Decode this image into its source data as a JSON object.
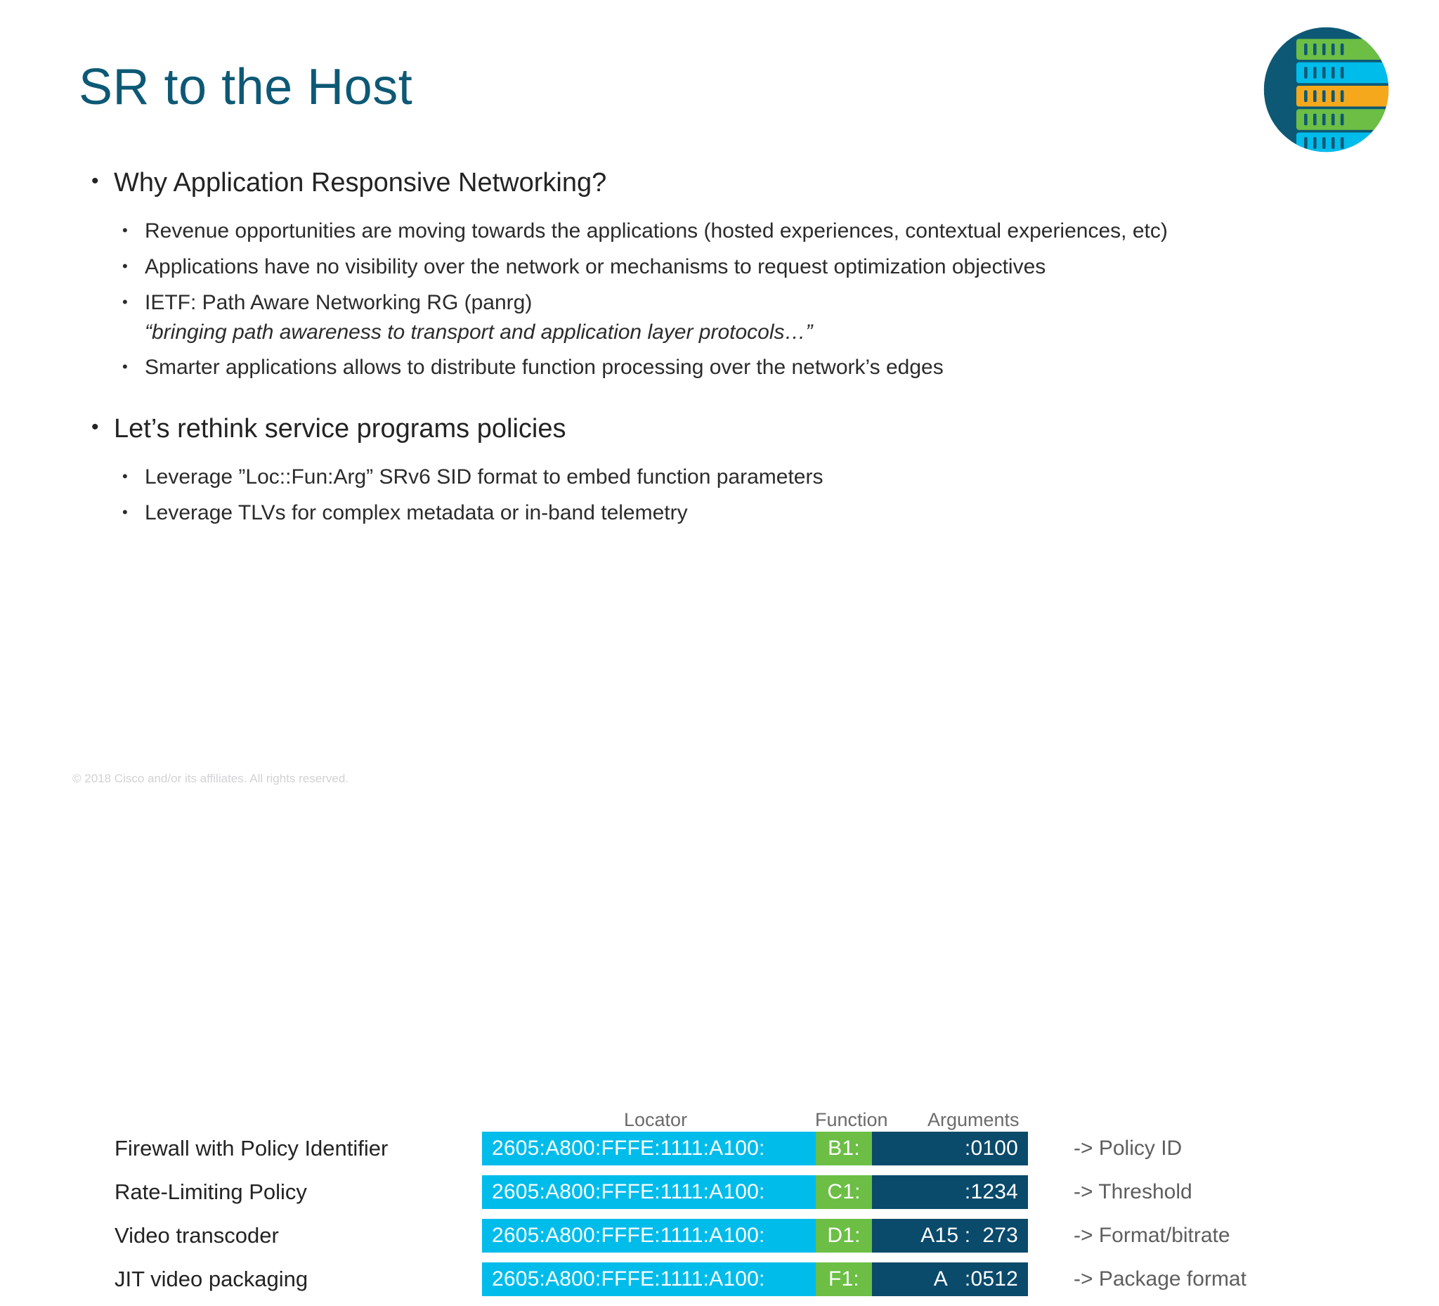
{
  "slide": {
    "title": "SR to the Host",
    "title_color": "#0d5975",
    "footer": "© 2018  Cisco and/or its affiliates. All rights reserved."
  },
  "logo": {
    "name": "cisco-server-circle-logo",
    "circle_color": "#0d5975",
    "bar_colors": [
      "#6cbe45",
      "#00bceb",
      "#f6a81c",
      "#6cbe45",
      "#00bceb"
    ]
  },
  "bullets": [
    {
      "level": 1,
      "text": "Why Application Responsive Networking?",
      "marker": "•"
    },
    {
      "level": 2,
      "text": "Revenue opportunities are moving towards the applications (hosted experiences, contextual experiences, etc)",
      "marker": "•"
    },
    {
      "level": 2,
      "text": "Applications have no visibility over the network or mechanisms to request optimization objectives",
      "marker": "•"
    },
    {
      "level": 2,
      "text": "IETF: Path Aware Networking RG (panrg)",
      "quote": "“bringing path awareness to transport and application layer protocols…”",
      "marker": "•"
    },
    {
      "level": 2,
      "text": "Smarter applications allows to distribute function processing over the network’s edges",
      "marker": "•"
    },
    {
      "level": 1,
      "text": "Let’s rethink service programs policies",
      "marker": "•"
    },
    {
      "level": 2,
      "text": "Leverage ”Loc::Fun:Arg” SRv6 SID format to embed function parameters",
      "marker": "•"
    },
    {
      "level": 2,
      "text": "Leverage TLVs for complex metadata or in-band telemetry",
      "marker": "•"
    }
  ],
  "sid_table": {
    "column_headers": {
      "locator": "Locator",
      "function": "Function",
      "arguments": "Arguments"
    },
    "colors": {
      "locator": "#00bceb",
      "function": "#6cbe45",
      "arguments": "#0a4a6b"
    },
    "rows": [
      {
        "label": "Firewall with Policy Identifier",
        "locator": "2605:A800:FFFE:1111:A100:",
        "function": "B1:",
        "arguments": ":0100",
        "note": "-> Policy ID"
      },
      {
        "label": "Rate-Limiting Policy",
        "locator": "2605:A800:FFFE:1111:A100:",
        "function": "C1:",
        "arguments": ":1234",
        "note": "-> Threshold"
      },
      {
        "label": "Video transcoder",
        "locator": "2605:A800:FFFE:1111:A100:",
        "function": "D1:",
        "arguments": "A15 :  273",
        "note": "-> Format/bitrate"
      },
      {
        "label": "JIT video packaging",
        "locator": "2605:A800:FFFE:1111:A100:",
        "function": "F1:",
        "arguments": "A   :0512",
        "note": "-> Package format"
      }
    ]
  }
}
